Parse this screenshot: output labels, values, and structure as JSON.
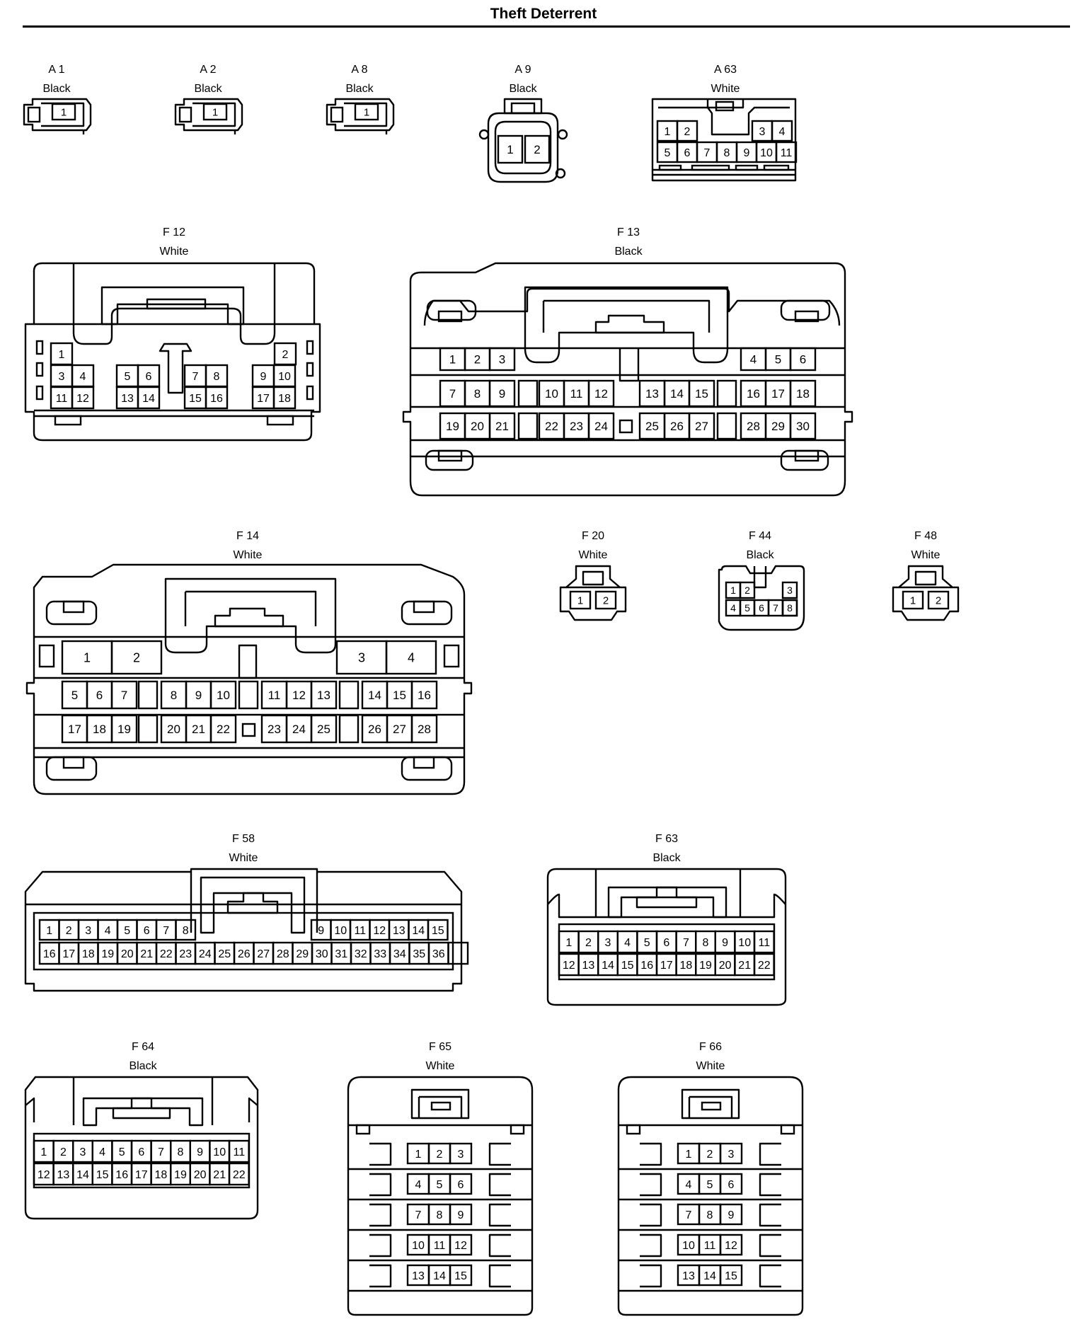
{
  "title": "Theft Deterrent",
  "connectors": [
    {
      "id": "A 1",
      "color": "Black",
      "pins": [
        "1"
      ]
    },
    {
      "id": "A 2",
      "color": "Black",
      "pins": [
        "1"
      ]
    },
    {
      "id": "A 8",
      "color": "Black",
      "pins": [
        "1"
      ]
    },
    {
      "id": "A 9",
      "color": "Black",
      "pins": [
        "1",
        "2"
      ]
    },
    {
      "id": "A 63",
      "color": "White",
      "pins": [
        "1",
        "2",
        "3",
        "4",
        "5",
        "6",
        "7",
        "8",
        "9",
        "10",
        "11"
      ]
    },
    {
      "id": "F 12",
      "color": "White",
      "pins": [
        "1",
        "2",
        "3",
        "4",
        "5",
        "6",
        "7",
        "8",
        "9",
        "10",
        "11",
        "12",
        "13",
        "14",
        "15",
        "16",
        "17",
        "18"
      ]
    },
    {
      "id": "F 13",
      "color": "Black",
      "pins": [
        "1",
        "2",
        "3",
        "4",
        "5",
        "6",
        "7",
        "8",
        "9",
        "10",
        "11",
        "12",
        "13",
        "14",
        "15",
        "16",
        "17",
        "18",
        "19",
        "20",
        "21",
        "22",
        "23",
        "24",
        "25",
        "26",
        "27",
        "28",
        "29",
        "30"
      ]
    },
    {
      "id": "F 14",
      "color": "White",
      "pins": [
        "1",
        "2",
        "3",
        "4",
        "5",
        "6",
        "7",
        "8",
        "9",
        "10",
        "11",
        "12",
        "13",
        "14",
        "15",
        "16",
        "17",
        "18",
        "19",
        "20",
        "21",
        "22",
        "23",
        "24",
        "25",
        "26",
        "27",
        "28"
      ]
    },
    {
      "id": "F 20",
      "color": "White",
      "pins": [
        "1",
        "2"
      ]
    },
    {
      "id": "F 44",
      "color": "Black",
      "pins": [
        "1",
        "2",
        "3",
        "4",
        "5",
        "6",
        "7",
        "8"
      ]
    },
    {
      "id": "F 48",
      "color": "White",
      "pins": [
        "1",
        "2"
      ]
    },
    {
      "id": "F 58",
      "color": "White",
      "pins": [
        "1",
        "2",
        "3",
        "4",
        "5",
        "6",
        "7",
        "8",
        "9",
        "10",
        "11",
        "12",
        "13",
        "14",
        "15",
        "16",
        "17",
        "18",
        "19",
        "20",
        "21",
        "22",
        "23",
        "24",
        "25",
        "26",
        "27",
        "28",
        "29",
        "30",
        "31",
        "32",
        "33",
        "34",
        "35",
        "36"
      ]
    },
    {
      "id": "F 63",
      "color": "Black",
      "pins": [
        "1",
        "2",
        "3",
        "4",
        "5",
        "6",
        "7",
        "8",
        "9",
        "10",
        "11",
        "12",
        "13",
        "14",
        "15",
        "16",
        "17",
        "18",
        "19",
        "20",
        "21",
        "22"
      ]
    },
    {
      "id": "F 64",
      "color": "Black",
      "pins": [
        "1",
        "2",
        "3",
        "4",
        "5",
        "6",
        "7",
        "8",
        "9",
        "10",
        "11",
        "12",
        "13",
        "14",
        "15",
        "16",
        "17",
        "18",
        "19",
        "20",
        "21",
        "22"
      ]
    },
    {
      "id": "F 65",
      "color": "White",
      "pins": [
        "1",
        "2",
        "3",
        "4",
        "5",
        "6",
        "7",
        "8",
        "9",
        "10",
        "11",
        "12",
        "13",
        "14",
        "15"
      ]
    },
    {
      "id": "F 66",
      "color": "White",
      "pins": [
        "1",
        "2",
        "3",
        "4",
        "5",
        "6",
        "7",
        "8",
        "9",
        "10",
        "11",
        "12",
        "13",
        "14",
        "15"
      ]
    }
  ]
}
